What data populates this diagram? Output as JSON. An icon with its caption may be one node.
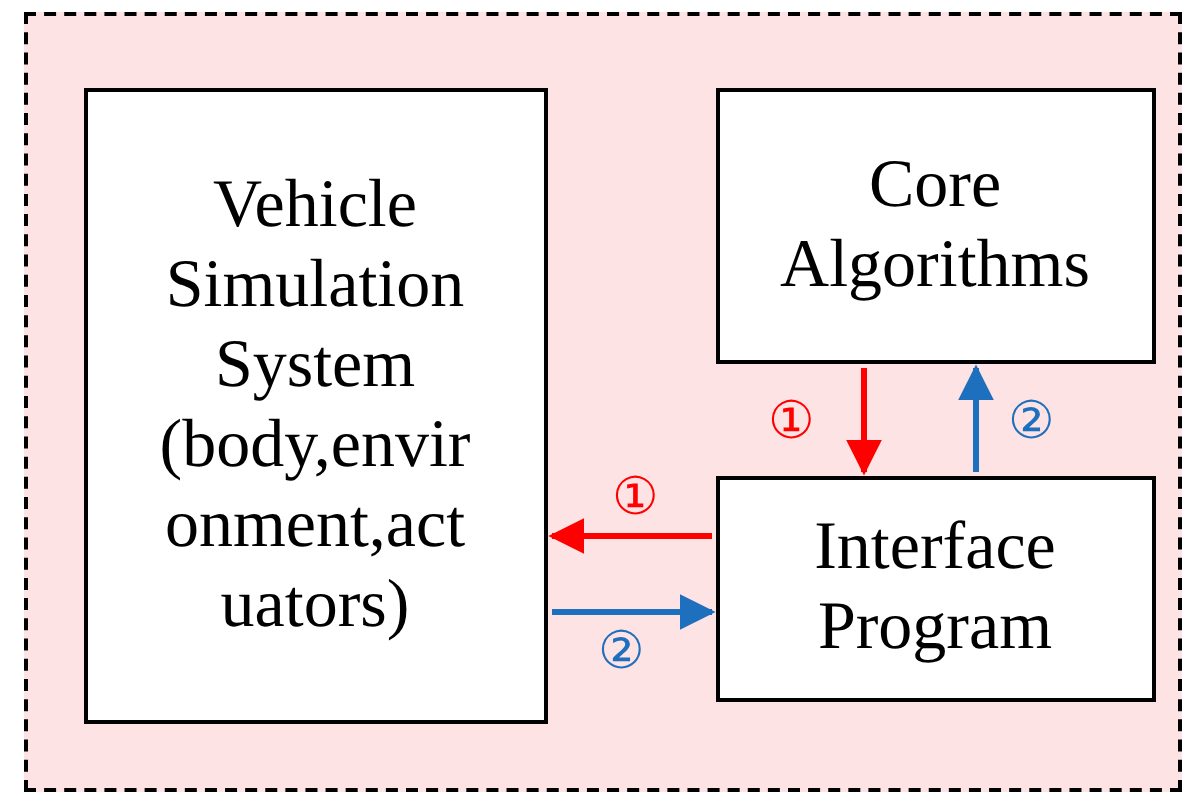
{
  "diagram": {
    "nodes": [
      {
        "text": [],
        "shape": "box"
      },
      {
        "text": [
          "Vehicle Simulation System (body,envir onment,act uators)"
        ],
        "in": 0
      },
      {
        "text": [
          "Core Algorithms"
        ],
        "in": 0
      },
      {
        "text": [
          "Interface Program"
        ],
        "in": 0
      }
    ],
    "edges": [
      {
        "from": 2,
        "to": 3,
        "arrow": "to",
        "label": "①",
        "color": "#ff0000"
      },
      {
        "from": 3,
        "to": 2,
        "arrow": "to",
        "label": "②",
        "color": "#1f6fbf"
      },
      {
        "from": 3,
        "to": 1,
        "arrow": "to",
        "label": "①",
        "color": "#ff0000"
      },
      {
        "from": 1,
        "to": 3,
        "arrow": "to",
        "label": "②",
        "color": "#1f6fbf"
      }
    ]
  }
}
